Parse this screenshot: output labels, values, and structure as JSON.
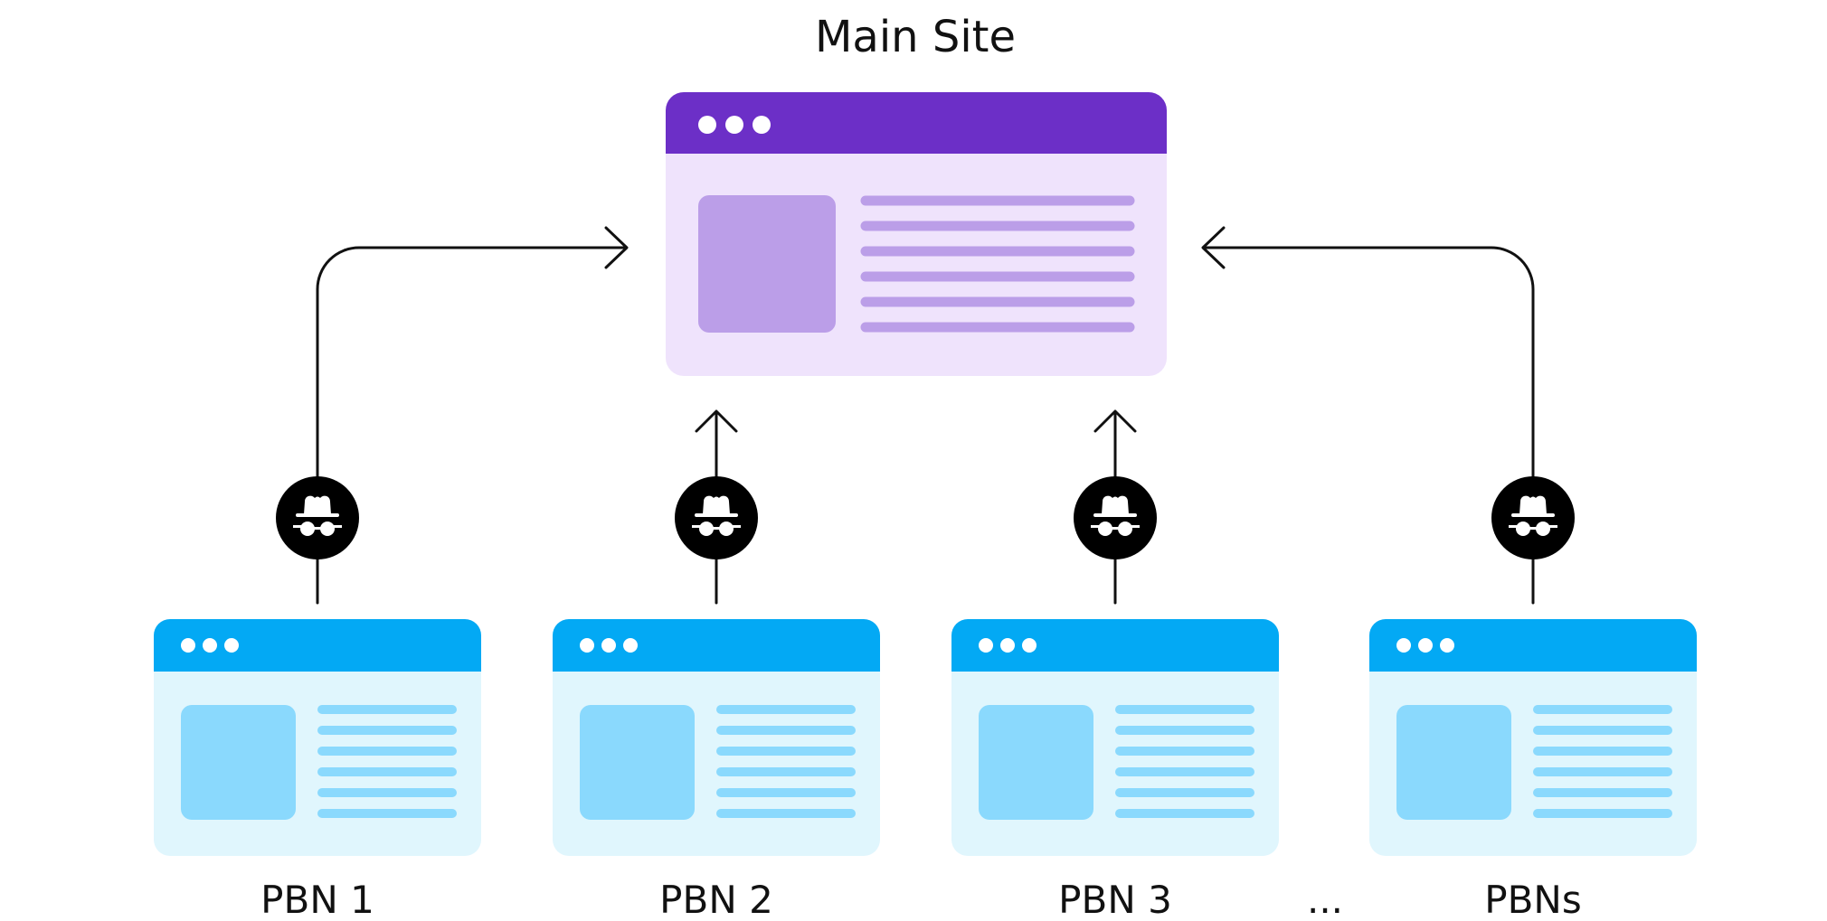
{
  "main_site": {
    "title": "Main Site",
    "header_color": "#6c2fc7",
    "body_color": "#efe3fc",
    "content_color": "#bb9ee8"
  },
  "pbn_style": {
    "header_color": "#03a9f4",
    "body_color": "#e0f6fd",
    "content_color": "#8ad9fd"
  },
  "pbns": [
    {
      "label": "PBN 1"
    },
    {
      "label": "PBN 2"
    },
    {
      "label": "PBN 3"
    },
    {
      "label": "PBNs"
    }
  ],
  "ellipsis": "...",
  "link_icon": "incognito-icon"
}
